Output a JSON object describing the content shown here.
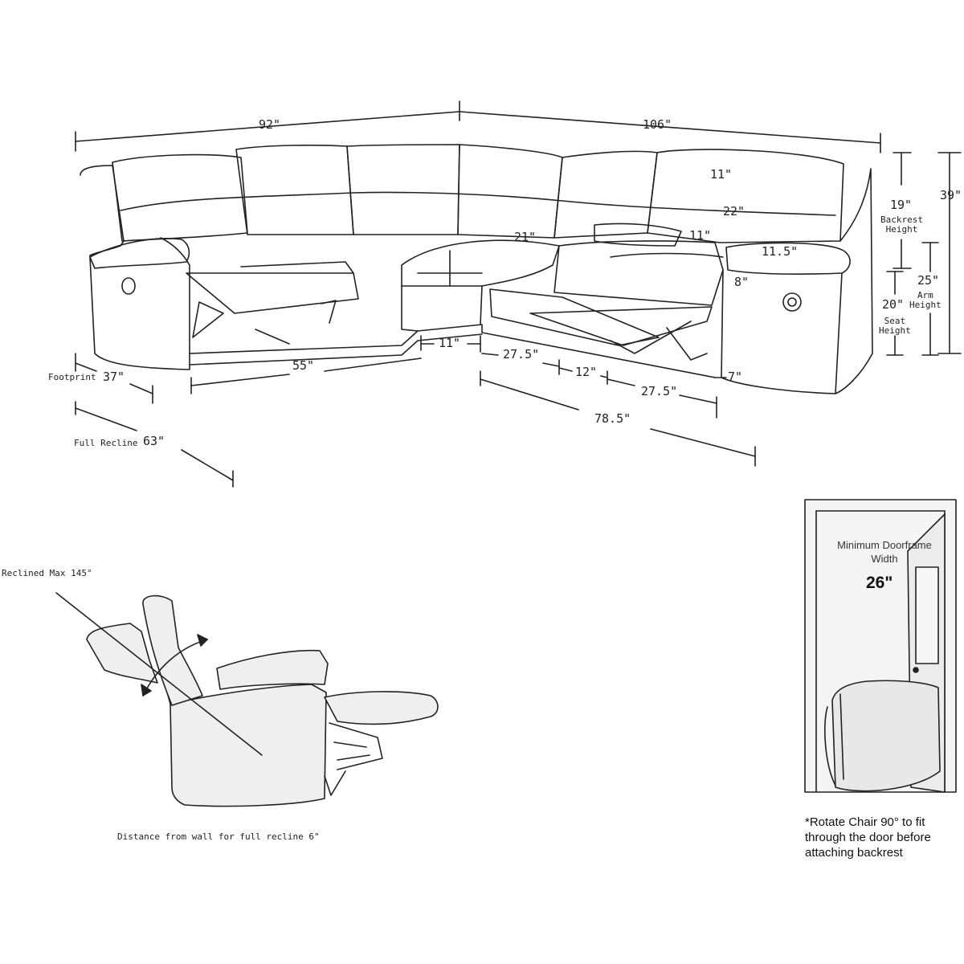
{
  "colors": {
    "ink": "#222222",
    "fill": "#efefef",
    "door": "#f4f4f4"
  },
  "sectional": {
    "overall_left_width": "92\"",
    "overall_right_width": "106\"",
    "height_total": "39\"",
    "backrest_height_value": "19\"",
    "backrest_height_label": "Backrest\nHeight",
    "arm_height_value": "25\"",
    "arm_height_label": "Arm\nHeight",
    "seat_height_value": "20\"",
    "seat_height_label": "Seat\nHeight",
    "headrest": "11\"",
    "back_width": "22\"",
    "back_lower": "11\"",
    "wedge_seat": "21\"",
    "arm_width": "11.5\"",
    "arm_side": "8\"",
    "floor_clearance": "7\"",
    "left_seat_width": "55\"",
    "wedge_width": "11\"",
    "right_seat_a": "27.5\"",
    "console_width": "12\"",
    "right_seat_b": "27.5\"",
    "right_footprint": "78.5\"",
    "footprint_label": "Footprint",
    "footprint_value": "37\"",
    "full_recline_label": "Full Recline",
    "full_recline_value": "63\""
  },
  "recliner": {
    "reclined_max": "Reclined Max 145°",
    "distance_from_wall": "Distance from wall for full recline 6\""
  },
  "doorframe": {
    "title": "Minimum Doorframe\nWidth",
    "width": "26\"",
    "note": "*Rotate Chair 90° to fit\nthrough the door before\nattaching backrest"
  }
}
